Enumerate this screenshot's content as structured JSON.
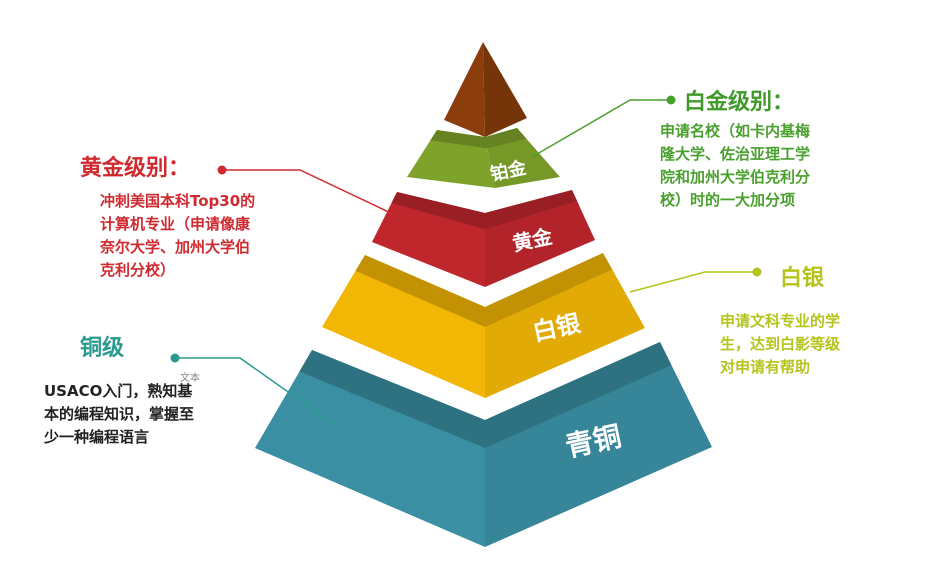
{
  "colors": {
    "gold": "#cf2a2f",
    "platinum": "#4aa02f",
    "silver": "#b5c41c",
    "bronze": "#2a9a8f",
    "body_text": "#222222"
  },
  "pyramid": {
    "tiers": [
      {
        "label": "铂金",
        "color": "#7fa32a"
      },
      {
        "label": "黄金",
        "color": "#c0272d"
      },
      {
        "label": "白银",
        "color": "#f2b705"
      },
      {
        "label": "青铜",
        "color": "#3a8fa3"
      }
    ],
    "tip_color": "#8b3e0b"
  },
  "callouts": {
    "gold": {
      "title": "黄金级别：",
      "lines": [
        "冲刺美国本科Top30的",
        "计算机专业（申请像康",
        "奈尔大学、加州大学伯",
        "克利分校）"
      ]
    },
    "platinum": {
      "title": "白金级别：",
      "lines": [
        "申请名校（如卡内基梅",
        "隆大学、佐治亚理工学",
        "院和加州大学伯克利分",
        "校）时的一大加分项"
      ]
    },
    "silver": {
      "title": "白银",
      "lines": [
        "申请文科专业的学",
        "生，达到白影等级",
        "对申请有帮助"
      ]
    },
    "bronze": {
      "title": "铜级",
      "lines": [
        "USACO入门，熟知基",
        "本的编程知识，掌握至",
        "少一种编程语言"
      ]
    }
  },
  "overlay_text": "文本"
}
